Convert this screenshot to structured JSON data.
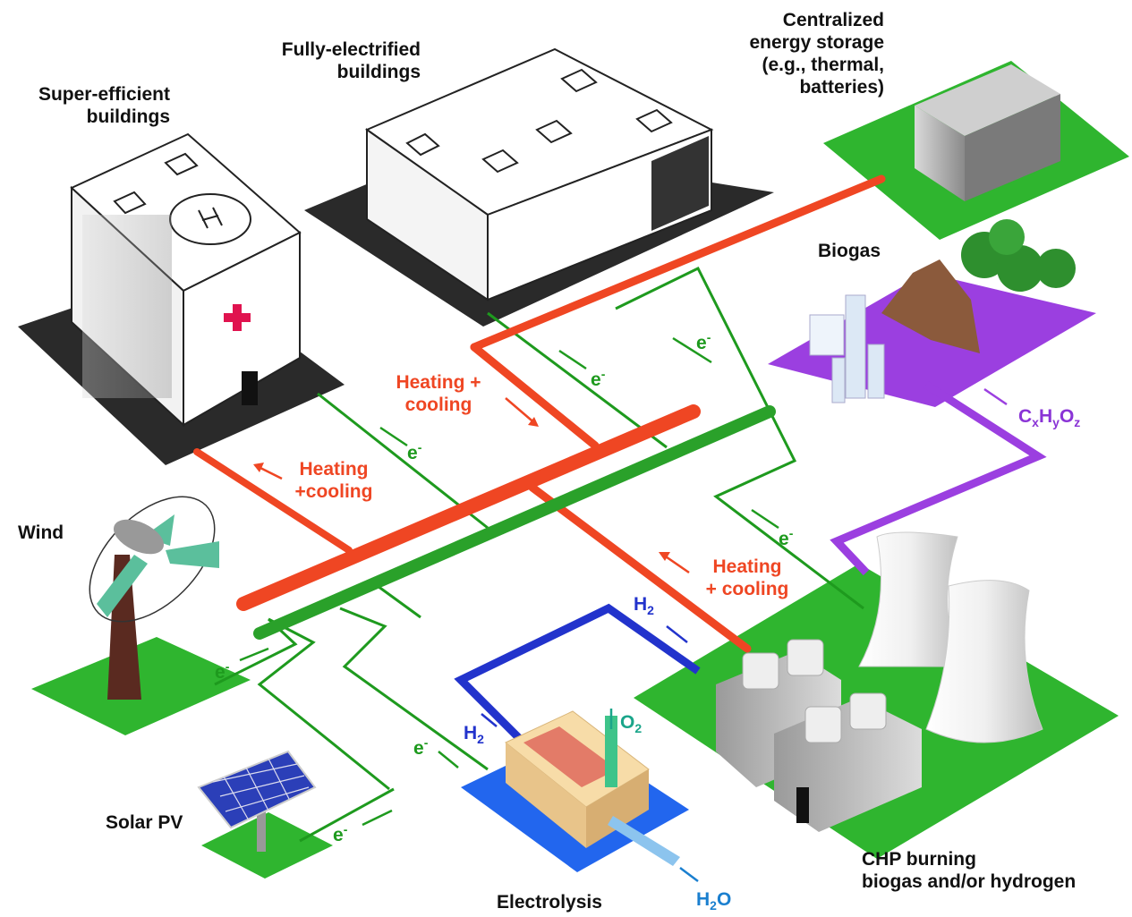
{
  "colors": {
    "electric": "#1e9a1e",
    "heat": "#ef4623",
    "biogas": "#8a34d6",
    "hydrogen": "#2233cc",
    "ground": "#2fb52f",
    "purple_ground": "#9b3fe0"
  },
  "labels": {
    "super_efficient": "Super-efficient\nbuildings",
    "fully_electrified": "Fully-electrified\nbuildings",
    "storage": "Centralized\nenergy storage\n(e.g., thermal,\nbatteries)",
    "biogas": "Biogas",
    "wind": "Wind",
    "solar": "Solar PV",
    "electrolysis": "Electrolysis",
    "chp": "CHP burning\nbiogas and/or hydrogen"
  },
  "flows": {
    "heat1": "Heating +\ncooling",
    "heat2": "Heating\n+cooling",
    "heat3": "Heating\n+ cooling",
    "electron": "e",
    "electron_sup": "-",
    "h2": "H",
    "h2_sub": "2",
    "o2": "O",
    "o2_sub": "2",
    "h2o_a": "H",
    "h2o_sub": "2",
    "h2o_b": "O",
    "biogas_c": "C",
    "biogas_x": "x",
    "biogas_h": "H",
    "biogas_y": "y",
    "biogas_o": "O",
    "biogas_z": "z"
  }
}
